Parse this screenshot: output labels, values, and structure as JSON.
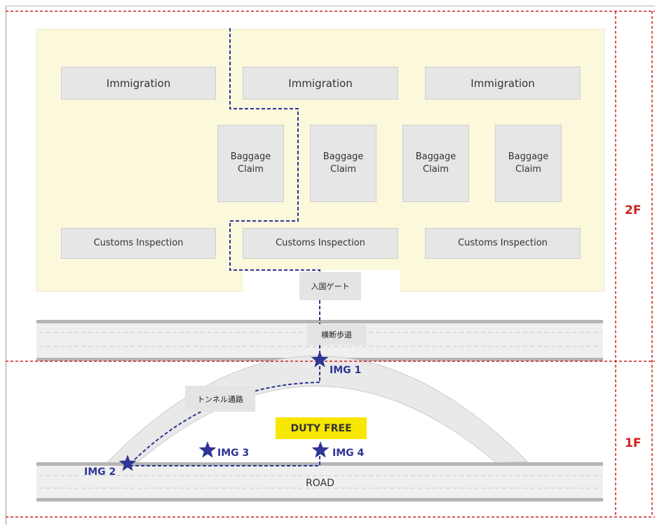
{
  "floors": {
    "upper": "2F",
    "lower": "1F"
  },
  "immigration": [
    "Immigration",
    "Immigration",
    "Immigration"
  ],
  "baggage_claim": [
    "Baggage\nClaim",
    "Baggage\nClaim",
    "Baggage\nClaim",
    "Baggage\nClaim"
  ],
  "customs": [
    "Customs Inspection",
    "Customs Inspection",
    "Customs Inspection"
  ],
  "labels": {
    "gate": "入国ゲート",
    "crosswalk": "横断歩道",
    "tunnel": "トンネル通路",
    "duty_free": "DUTY FREE",
    "road": "ROAD"
  },
  "markers": [
    "IMG 1",
    "IMG 2",
    "IMG 3",
    "IMG 4"
  ],
  "colors": {
    "route": "#2e3594",
    "floor_divider": "#d0201c",
    "duty_free": "#f6e600",
    "area_2f": "#fbf8dc"
  }
}
